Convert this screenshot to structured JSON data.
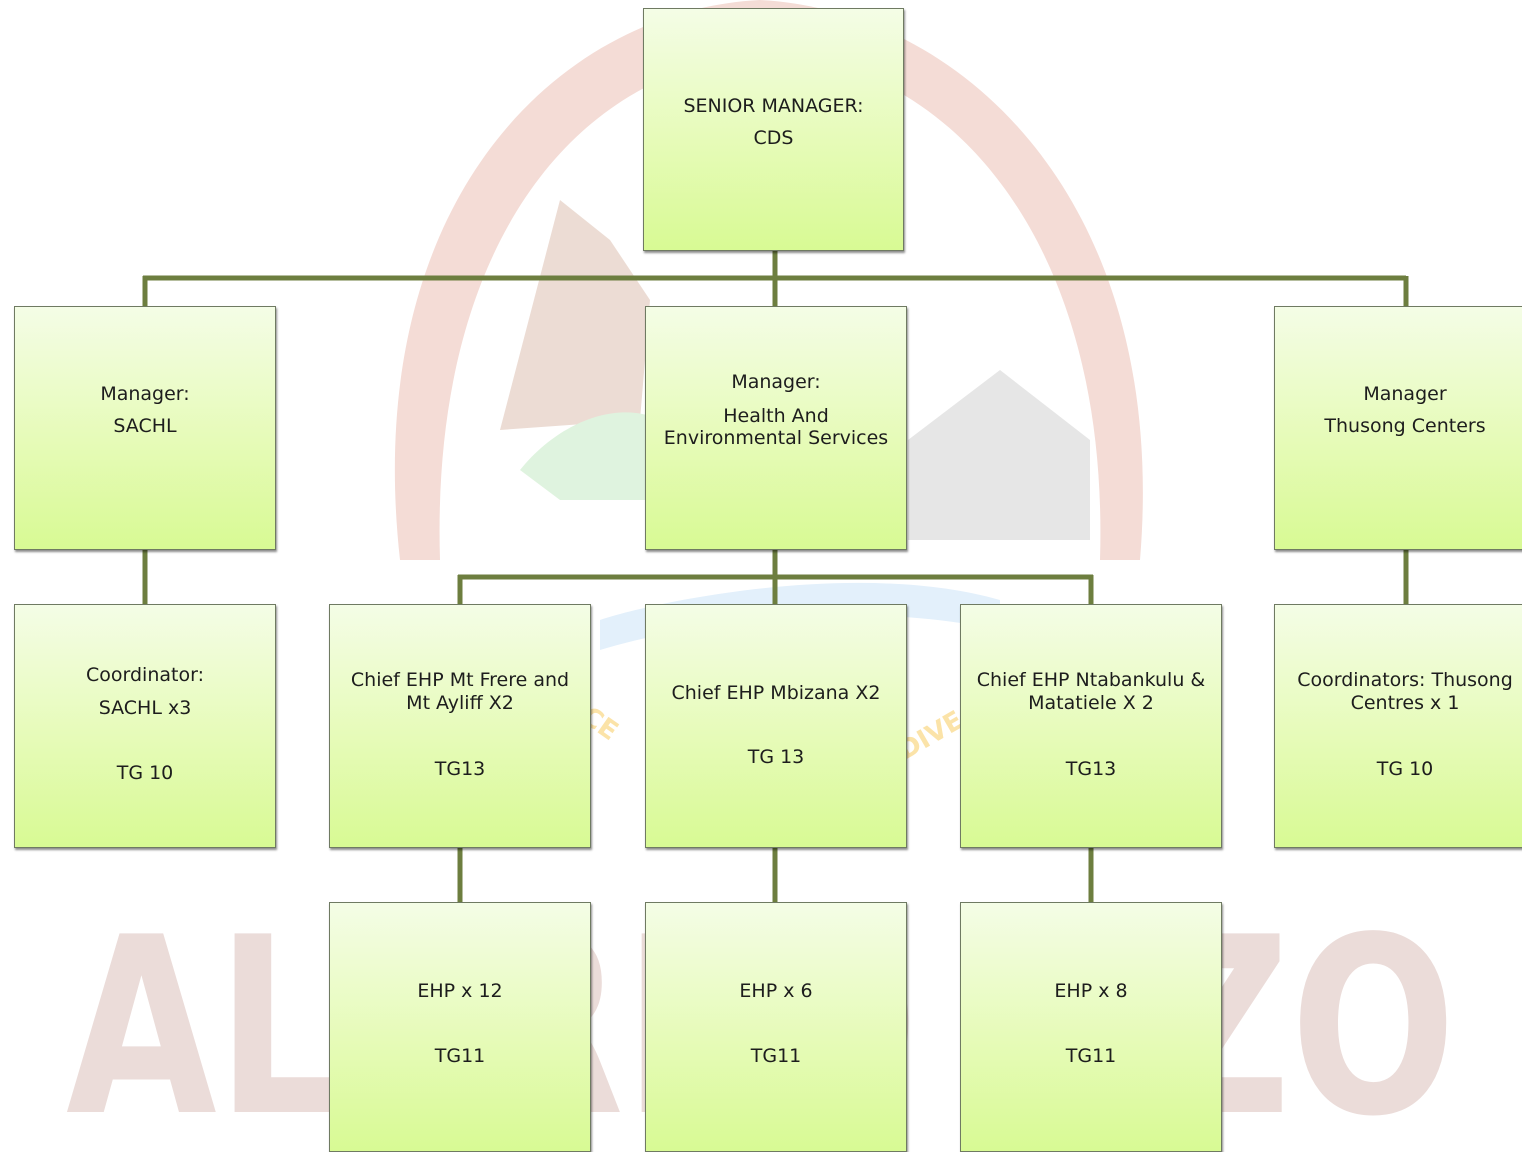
{
  "chart": {
    "top": {
      "line1": "SENIOR MANAGER:",
      "line2": "CDS"
    },
    "managers": [
      {
        "line1": "Manager:",
        "line2": "SACHL"
      },
      {
        "line1": "Manager:",
        "line2": "Health And",
        "line3": "Environmental Services"
      },
      {
        "line1": "Manager",
        "line2": "Thusong Centers"
      }
    ],
    "coordinator_sachl": {
      "line1": "Coordinator:",
      "line2": "SACHL x3",
      "grade": "TG 10"
    },
    "coordinator_thusong": {
      "line1": "Coordinators: Thusong",
      "line2": "Centres x 1",
      "grade": "TG 10"
    },
    "chiefs": [
      {
        "line1": "Chief EHP Mt Frere and",
        "line2": "Mt Ayliff X2",
        "grade": "TG13"
      },
      {
        "line1": "Chief EHP Mbizana X2",
        "grade": "TG 13"
      },
      {
        "line1": "Chief EHP Ntabankulu &",
        "line2": "Matatiele X 2",
        "grade": "TG13"
      }
    ],
    "ehps": [
      {
        "label": "EHP x 12",
        "grade": "TG11"
      },
      {
        "label": "EHP x 6",
        "grade": "TG11"
      },
      {
        "label": "EHP x 8",
        "grade": "TG11"
      }
    ]
  },
  "watermark": {
    "text": "ALFRED NZO",
    "motto1": "CE",
    "motto2": "DIVE"
  }
}
